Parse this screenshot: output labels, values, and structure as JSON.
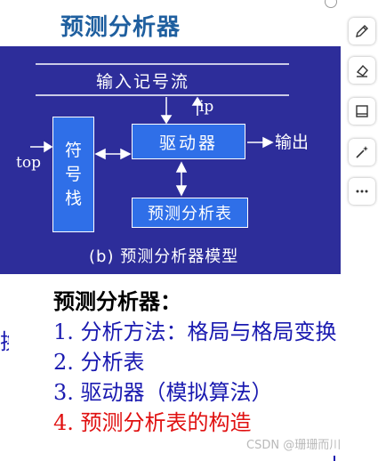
{
  "slide": {
    "title": "预测分析器"
  },
  "diagram": {
    "input_stream_label": "输入记号流",
    "ip_label": "ip",
    "top_label": "top",
    "stack_chars": [
      "符",
      "号",
      "栈"
    ],
    "driver_label": "驱动器",
    "output_label": "输出",
    "table_label": "预测分析表",
    "caption": "(b) 预测分析器模型"
  },
  "toolbar": {
    "items": [
      {
        "icon": "pen-icon"
      },
      {
        "icon": "eraser-icon"
      },
      {
        "icon": "frame-icon"
      },
      {
        "icon": "magic-wand-icon"
      },
      {
        "icon": "more-icon"
      }
    ]
  },
  "content": {
    "heading": "预测分析器：",
    "items": [
      "1. 分析方法：格局与格局变换",
      "2. 分析表",
      "3. 驱动器（模拟算法）",
      "4. 预测分析表的构造"
    ],
    "left_fragment": "换"
  },
  "watermark": "CSDN @珊珊而川",
  "colors": {
    "panel_bg": "#2d2d9a",
    "box_fill": "#2f6fe8",
    "title": "#1f5f9f",
    "list_blue": "#1a1ab0",
    "list_red": "#e01010"
  }
}
